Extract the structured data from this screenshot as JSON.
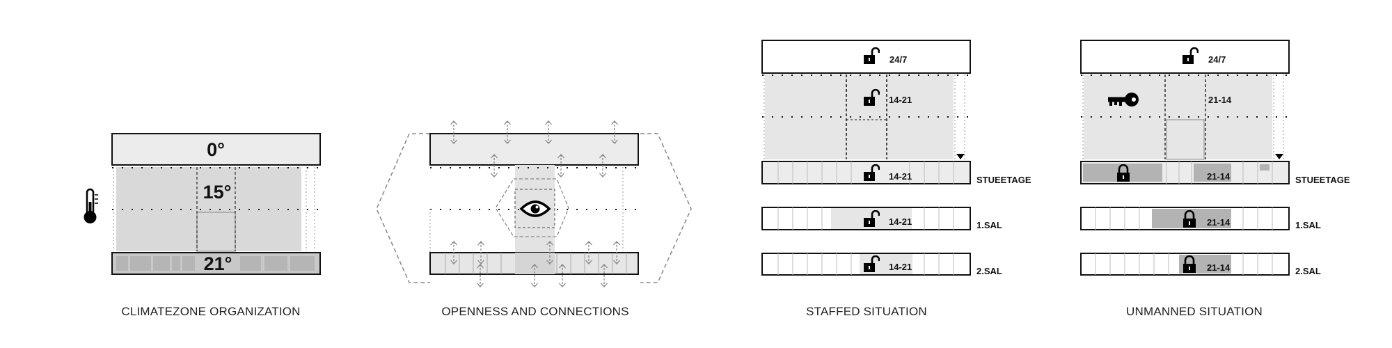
{
  "panels": [
    {
      "caption": "CLIMATEZONE ORGANIZATION",
      "temperatures": {
        "top": "0°",
        "middle": "15°",
        "bottom": "21°"
      }
    },
    {
      "caption": "OPENNESS AND CONNECTIONS"
    },
    {
      "caption": "STAFFED SITUATION",
      "hours": {
        "top": "24/7",
        "core": "14-21",
        "ground": "14-21",
        "first": "14-21",
        "second": "14-21"
      }
    },
    {
      "caption": "UNMANNED SITUATION",
      "hours": {
        "top": "24/7",
        "core": "21-14",
        "ground": "21-14",
        "first": "21-14",
        "second": "21-14"
      }
    }
  ],
  "floor_labels": {
    "ground": "STUEETAGE",
    "first": "1.SAL",
    "second": "2.SAL"
  },
  "colors": {
    "line": "#1a1a1a",
    "fill_light": "#ececec",
    "fill_mid": "#d9d9d9",
    "fill_dark": "#b3b3b3",
    "dashed": "#777777"
  },
  "icons": [
    "thermometer-icon",
    "eye-icon",
    "unlocked-padlock-icon",
    "locked-padlock-icon",
    "key-icon",
    "arrow-down-icon"
  ]
}
